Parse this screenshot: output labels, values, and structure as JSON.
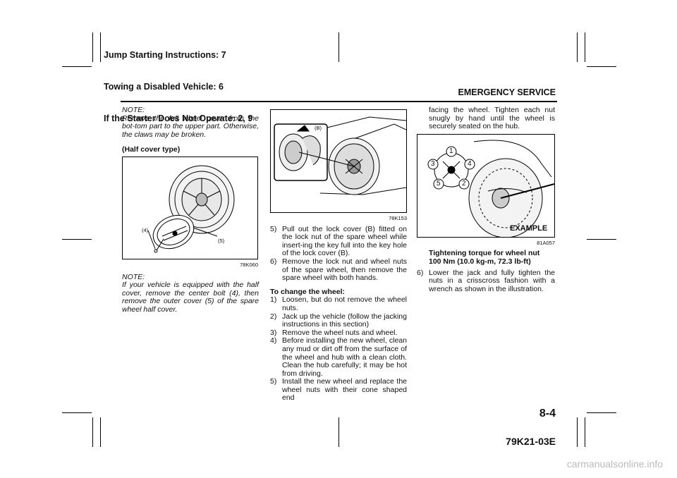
{
  "header": {
    "lines": [
      "Jump Starting Instructions: 7",
      "Towing a Disabled Vehicle: 6",
      "If the Starter Does Not Operate: 2, 9"
    ],
    "section_title": "EMERGENCY SERVICE"
  },
  "footer": {
    "page_number": "8-4",
    "doc_code": "79K21-03E"
  },
  "watermark": "carmanualsonline.info",
  "col1": {
    "note1_label": "NOTE:",
    "note1_text": "Remove the full wheel cover from the bot-tom part to the upper part. Otherwise, the claws may be broken.",
    "half_cover_heading": "(Half cover type)",
    "fig1": {
      "code": "78K060",
      "label_bolt": "(4)",
      "label_cover": "(5)"
    },
    "note2_label": "NOTE:",
    "note2_text": "If your vehicle is equipped with the half cover, remove the center bolt (4), then remove the outer cover (5) of the spare wheel half cover."
  },
  "col2": {
    "fig2": {
      "code": "78K153",
      "label_b": "(B)"
    },
    "steps_spare": [
      {
        "n": "5)",
        "t": "Pull out the lock cover (B) fitted on the lock nut of the spare wheel while insert-ing the key full into the key hole of the lock cover (B)."
      },
      {
        "n": "6)",
        "t": "Remove the lock nut and wheel nuts of the spare wheel, then remove the spare wheel with both hands."
      }
    ],
    "change_heading": "To change the wheel:",
    "steps_change": [
      {
        "n": "1)",
        "t": "Loosen, but do not remove the wheel nuts."
      },
      {
        "n": "2)",
        "t": "Jack up the vehicle (follow the jacking instructions in this section)"
      },
      {
        "n": "3)",
        "t": "Remove the wheel nuts and wheel."
      },
      {
        "n": "4)",
        "t": "Before installing the new wheel, clean any mud or dirt off from the surface of the wheel and hub with a clean cloth. Clean the hub carefully; it may be hot from driving."
      },
      {
        "n": "5)",
        "t": "Install the new wheel and replace the wheel nuts with their cone shaped end"
      }
    ]
  },
  "col3": {
    "continuation": "facing the wheel. Tighten each nut snugly by hand until the wheel is securely seated on the hub.",
    "fig3": {
      "code": "81A057",
      "example_label": "EXAMPLE",
      "nut_numbers": [
        "1",
        "2",
        "3",
        "4",
        "5"
      ]
    },
    "torque_line1": "Tightening torque for wheel nut",
    "torque_line2": "100 Nm (10.0 kg-m, 72.3 lb-ft)",
    "step6": {
      "n": "6)",
      "t": "Lower the jack and fully tighten the nuts in a crisscross fashion with a wrench as shown in the illustration."
    }
  }
}
